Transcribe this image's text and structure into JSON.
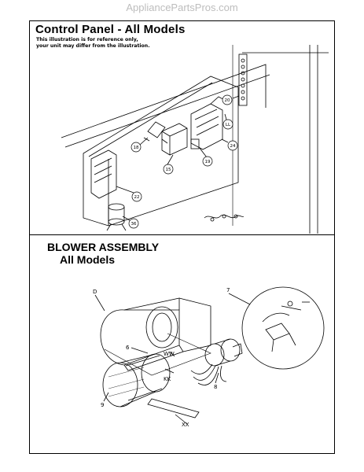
{
  "watermark": "AppliancePartsPros.com",
  "control_panel": {
    "title": "Control Panel - All Models",
    "note_line1": "This illustration is for reference only,",
    "note_line2": "your unit may differ from the illustration.",
    "callouts": {
      "c20": "20",
      "cll": "LL",
      "c24": "24",
      "c18": "18",
      "c19": "19",
      "c15": "15",
      "c22": "22",
      "c36": "36"
    }
  },
  "blower_assembly": {
    "title_line1": "BLOWER ASSEMBLY",
    "title_line2": "All Models",
    "labels": {
      "d": "D",
      "seven": "7",
      "six": "6",
      "ww": "WW",
      "kk": "KK",
      "nine": "9",
      "eight": "8",
      "xx": "XX"
    }
  }
}
